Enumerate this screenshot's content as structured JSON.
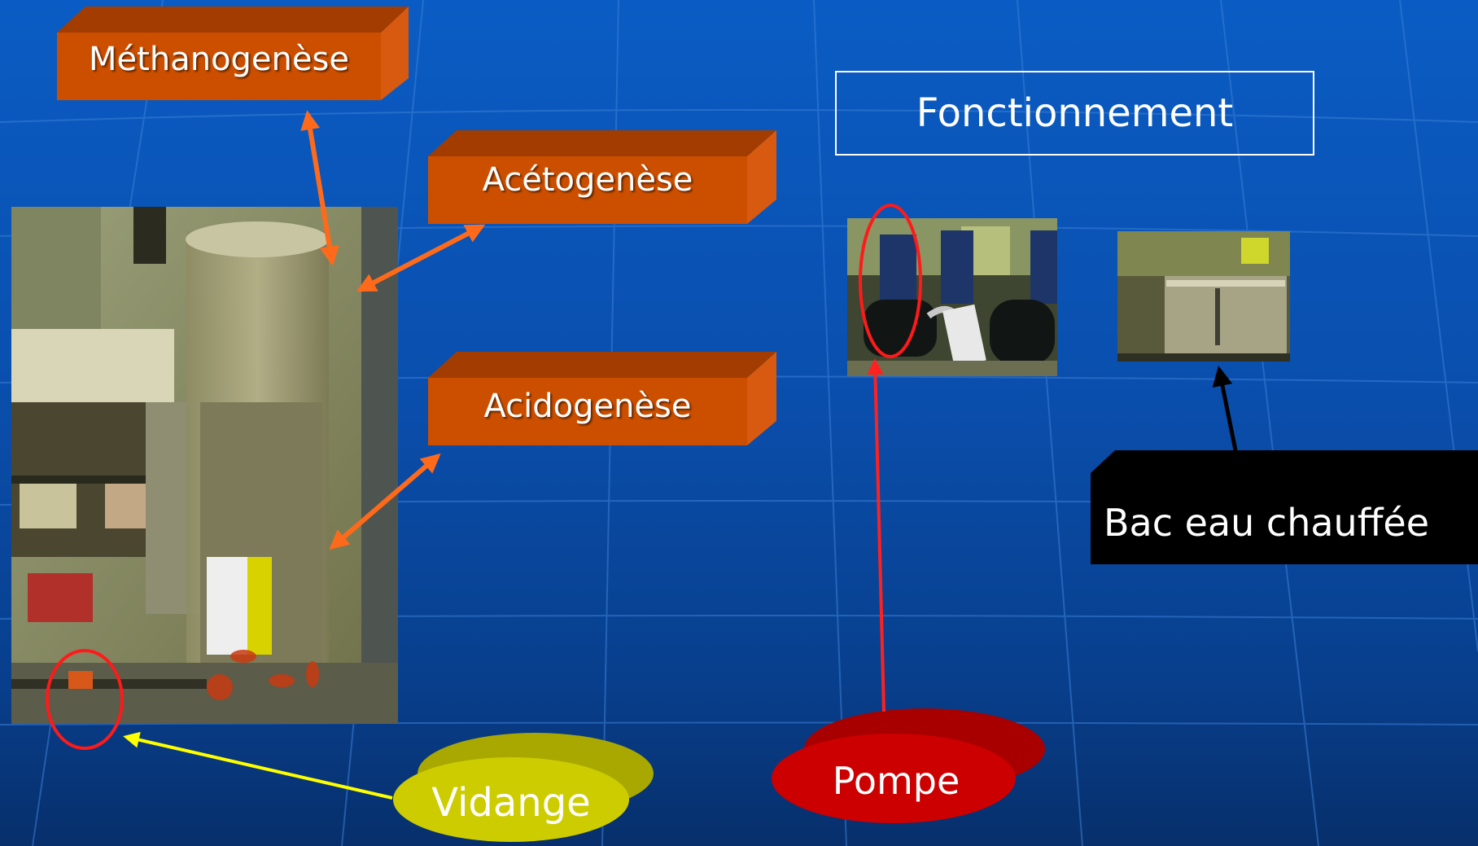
{
  "stages": {
    "methanogenese": "Méthanogenèse",
    "acetogenese": "Acétogenèse",
    "acidogenese": "Acidogenèse"
  },
  "fonctionnement": "Fonctionnement",
  "callouts": {
    "vidange": "Vidange",
    "pompe": "Pompe",
    "bac": "Bac eau chauffée"
  },
  "colors": {
    "background": "#0a4fae",
    "stage_box": "#cc4f00",
    "vidange": "#cccc00",
    "pompe": "#cc0000",
    "bac": "#000000",
    "arrow_stage": "#ff6a1a",
    "arrow_vidange": "#ffff00",
    "arrow_pompe": "#ff2020",
    "arrow_bac": "#000000"
  }
}
